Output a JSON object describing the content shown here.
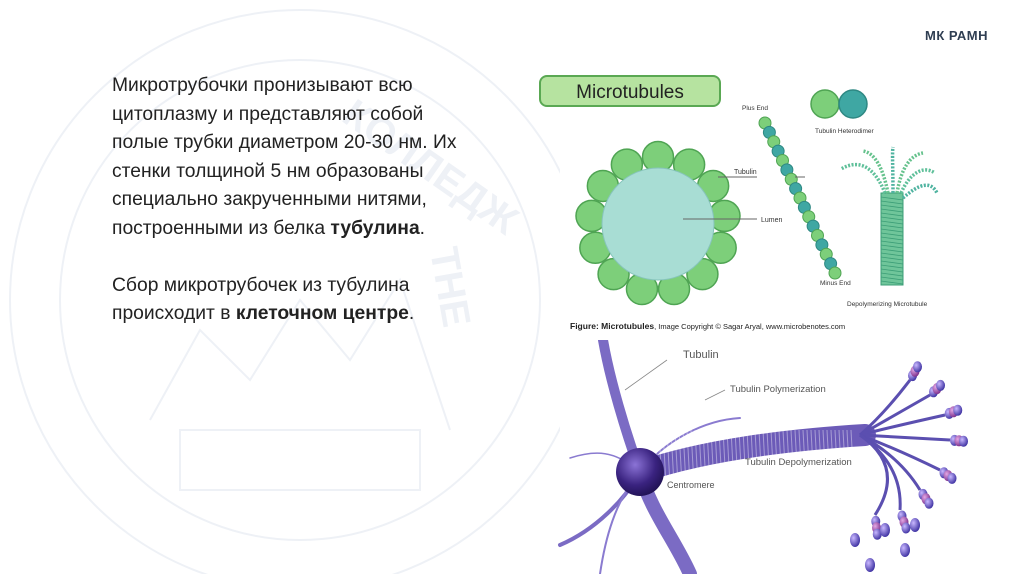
{
  "brand": "МК РАМН",
  "body_text": {
    "p1_text": "Микротрубочки пронизывают всю цитоплазму и представляют собой полые трубки диаметром 20-30 нм. Их стенки толщиной 5 нм образованы специально закрученными нитями, построенными из белка ",
    "p1_bold": "тубулина",
    "p1_end": ".",
    "p2_text": "Сбор микротрубочек из тубулина происходит в ",
    "p2_bold": "клеточном центре",
    "p2_end": "."
  },
  "figure1": {
    "title": "Microtubules",
    "labels": {
      "plus_end": "Plus End",
      "tubulin_heterodimer": "Tubulin Heterodimer",
      "tubulin": "Tubulin",
      "lumen": "Lumen",
      "minus_end": "Minus End",
      "depolymerizing": "Depolymerizing Microtubule"
    },
    "caption_bold": "Figure: Microtubules",
    "caption_rest": ", Image Copyright © Sagar Aryal, www.microbenotes.com"
  },
  "figure2": {
    "labels": {
      "tubulin": "Tubulin",
      "polymerization": "Tubulin Polymerization",
      "depolymerization": "Tubulin Depolymerization",
      "centromere": "Centromere"
    }
  },
  "colors": {
    "bead_green": "#7dcf7a",
    "bead_outline": "#4fa453",
    "lumen": "#a8ddd4",
    "title_bg": "#b6e3a0",
    "purple": "#4a2d8f",
    "teal_bead": "#3fa7a3"
  }
}
